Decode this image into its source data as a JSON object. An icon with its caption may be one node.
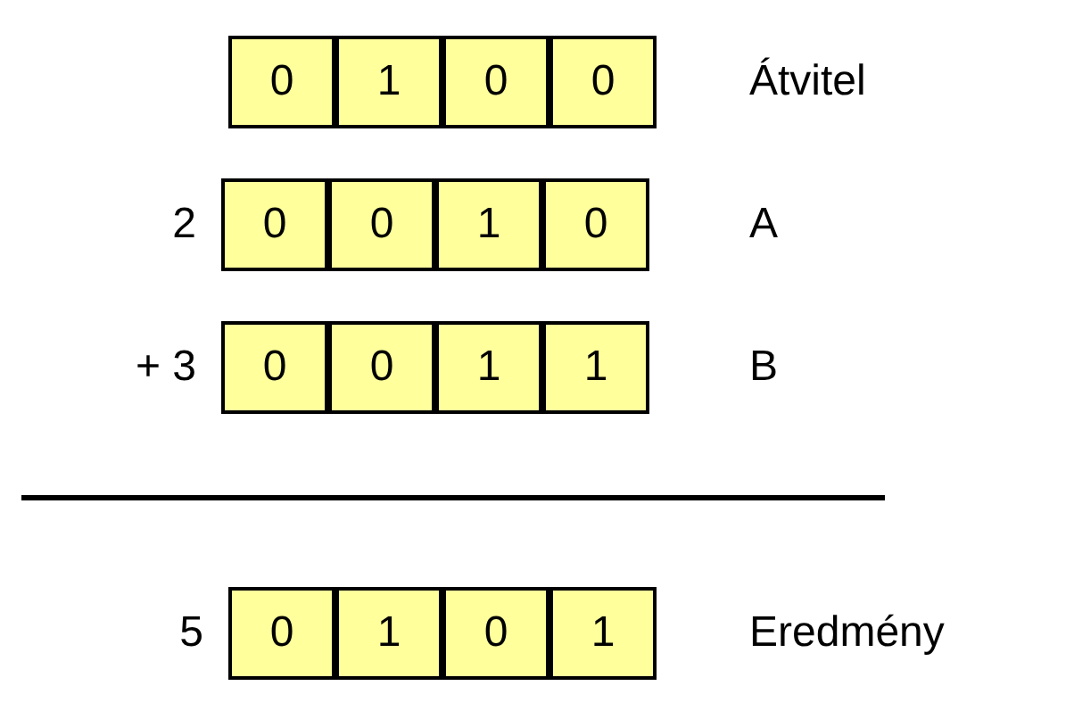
{
  "diagram": {
    "labels": [
      "0",
      "1",
      "0",
      "0",
      "Átvitel",
      "2",
      "0",
      "0",
      "1",
      "0",
      "A",
      "+ 3",
      "0",
      "0",
      "1",
      "1",
      "B",
      "5",
      "0",
      "1",
      "0",
      "1",
      "Eredmény"
    ]
  }
}
